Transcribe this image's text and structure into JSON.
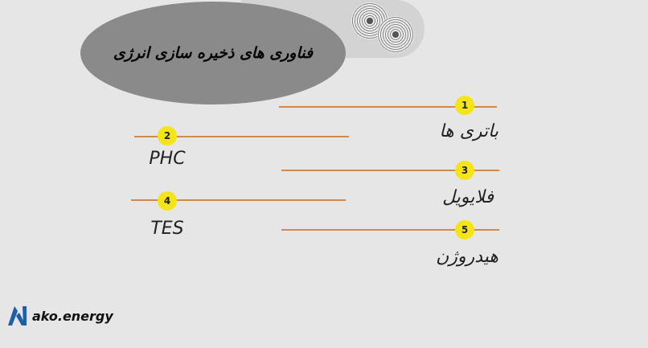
{
  "title": "فناوری های ذخیره سازی انرژی",
  "items": [
    {
      "number": "1",
      "label": "باتری ها"
    },
    {
      "number": "2",
      "label": "PHC"
    },
    {
      "number": "3",
      "label": "فلایویل"
    },
    {
      "number": "4",
      "label": "TES"
    },
    {
      "number": "5",
      "label": "هیدروژن"
    }
  ],
  "logo": {
    "text": "ako.energy"
  },
  "colors": {
    "background": "#e6e6e6",
    "title_ellipse": "#8a8a8a",
    "line": "#d4894a",
    "marker": "#f5e418",
    "logo_blue": "#1f5fa8"
  },
  "icons": {
    "decoration": "tape-reels-icon",
    "logo": "ako-logo-icon"
  }
}
